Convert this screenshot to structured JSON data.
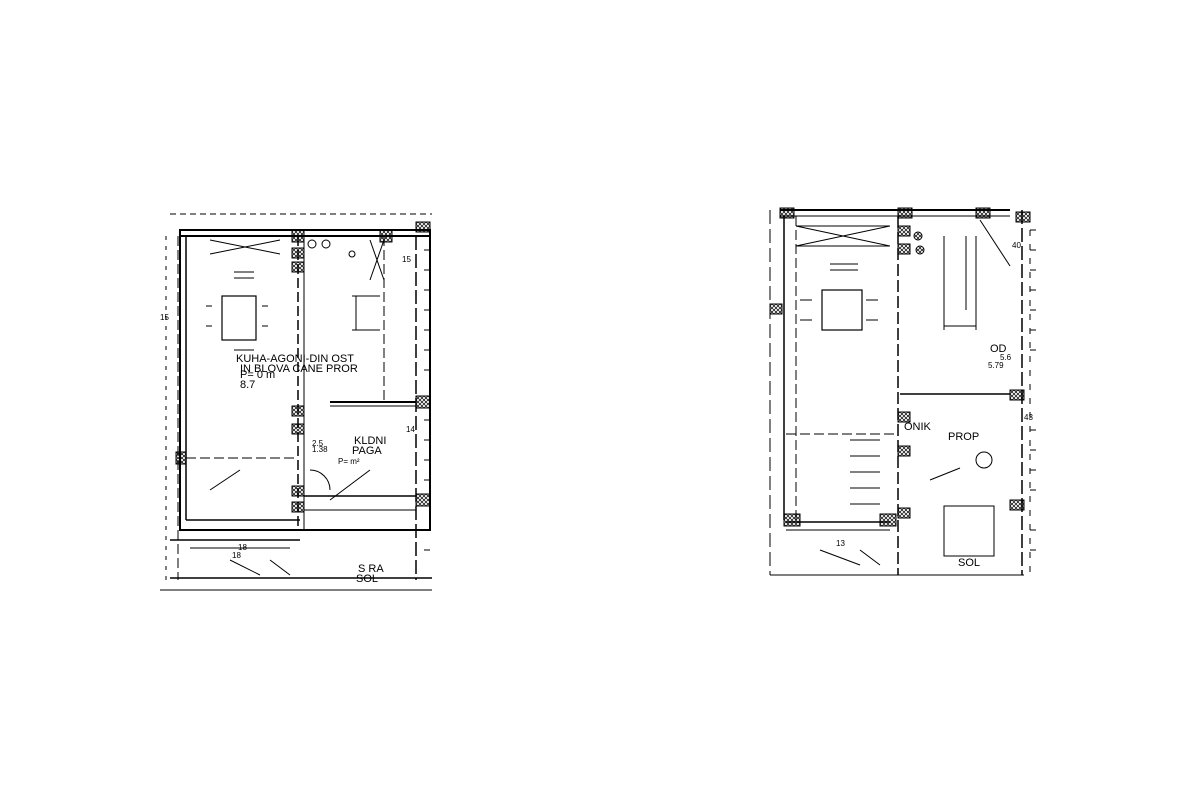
{
  "plans": [
    {
      "rooms": [
        {
          "label": "KUHA-AGONI-DIN OST"
        },
        {
          "label": "IN BLOVA CANE PROR"
        },
        {
          "label": "P= 0 m"
        },
        {
          "label": "8.7"
        },
        {
          "label": "KLDNI"
        },
        {
          "label": "PAGA"
        },
        {
          "label": "P= m²"
        },
        {
          "label": "S RA"
        },
        {
          "label": "SOL"
        }
      ],
      "dimensions": [
        "15",
        "14",
        "15",
        "2.5",
        "18",
        "18",
        "1.38"
      ]
    },
    {
      "rooms": [
        {
          "label": "OD"
        },
        {
          "label": "5.79"
        },
        {
          "label": "ONIK"
        },
        {
          "label": "PROP"
        },
        {
          "label": "SOL"
        }
      ],
      "dimensions": [
        "40",
        "43",
        "5.6",
        "13"
      ]
    }
  ]
}
